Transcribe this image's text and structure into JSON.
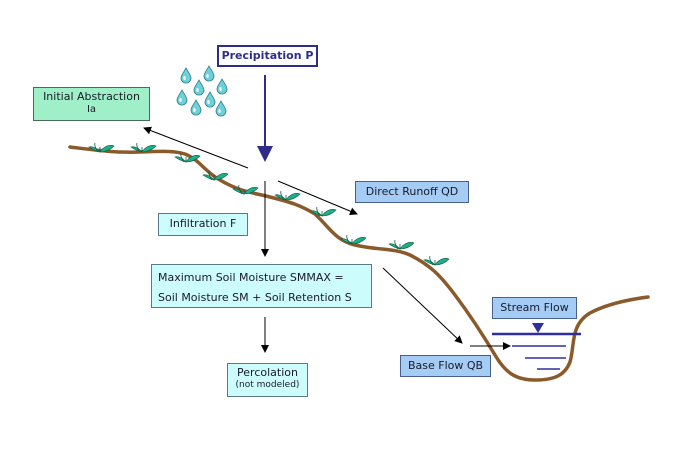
{
  "diagram": {
    "title": "SCS runoff water balance schematic",
    "colors": {
      "ground": "#8a5a2b",
      "plant": "#1fae8a",
      "water": "#2e2ea0",
      "raindrop": "#6fd0d8",
      "precip_border": "#2e2e8a",
      "abstraction_fill": "#9ff0c8",
      "runoff_fill": "#a4ccf4",
      "soil_fill": "#ccfcfc"
    },
    "labels": {
      "precipitation": "Precipitation P",
      "initial_abstraction": "Initial Abstraction",
      "initial_abstraction_symbol": "Ia",
      "direct_runoff": "Direct Runoff QD",
      "infiltration": "Infiltration F",
      "smmax_line1": "Maximum Soil Moisture SMMAX =",
      "smmax_line2": "Soil Moisture SM + Soil Retention S",
      "percolation": "Percolation",
      "percolation_note": "(not modeled)",
      "stream_flow": "Stream Flow",
      "base_flow": "Base Flow QB"
    },
    "icons": {
      "raindrops": "raindrop-icon",
      "plants": "plant-icon",
      "water_level": "water-level-triangle-icon"
    }
  }
}
